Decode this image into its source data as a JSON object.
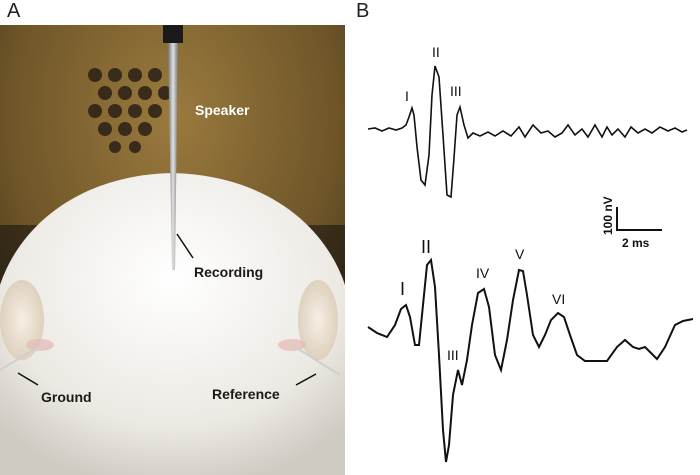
{
  "panels": {
    "a": "A",
    "b": "B"
  },
  "photo_labels": {
    "speaker": "Speaker",
    "recording": "Recording",
    "ground": "Ground",
    "reference": "Reference"
  },
  "scale_bar": {
    "voltage": "100 nV",
    "time": "2 ms"
  },
  "trace_top": {
    "waves": [
      "I",
      "II",
      "III"
    ]
  },
  "trace_bottom": {
    "waves": [
      "I",
      "II",
      "III",
      "IV",
      "V",
      "VI"
    ]
  },
  "colors": {
    "trace": "#111111",
    "fur": "#f2f0ec",
    "background_brown": "#6e5528",
    "needle": "#a8a8a8"
  }
}
